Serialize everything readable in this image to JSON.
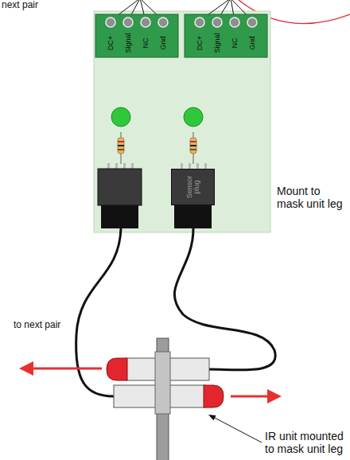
{
  "diagram": {
    "nodes": [
      {
        "text": [
          "Sensor plug"
        ]
      }
    ],
    "labels": [
      "next pair",
      "DC+",
      "Signal",
      "NC",
      "Gnd",
      "DC+",
      "Signal",
      "NC",
      "Gnd",
      "Mount to mask unit leg",
      "to next pair",
      "IR unit mounted to mask unit leg"
    ]
  }
}
